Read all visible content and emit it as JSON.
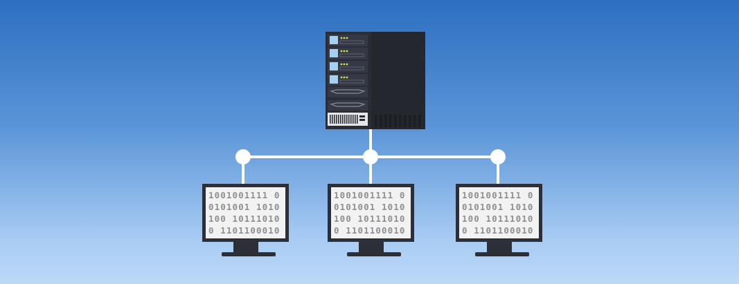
{
  "colors": {
    "background_top": "#2d6fc0",
    "background_bottom": "#bcd9f8",
    "rack_body": "#2a2c36",
    "rack_side": "#25272f",
    "rack_slot": "#353845",
    "drive_light": "#a6d0ef",
    "led": "#d8e34a",
    "connector": "#ffffff",
    "monitor_frame": "#2c2e38",
    "screen": "#f2f2f2",
    "binary_text": "#8e8f92"
  },
  "icons": {
    "server": "server-rack-icon",
    "monitor": "monitor-icon",
    "node": "network-node-icon"
  },
  "monitors": [
    {
      "lines": [
        "1001001111 0",
        "0101001 1010",
        "100 10111010",
        "0 1101100010"
      ]
    },
    {
      "lines": [
        "1001001111 0",
        "0101001 1010",
        "100 10111010",
        "0 1101100010"
      ]
    },
    {
      "lines": [
        "1001001111 0",
        "0101001 1010",
        "100 10111010",
        "0 1101100010"
      ]
    }
  ]
}
